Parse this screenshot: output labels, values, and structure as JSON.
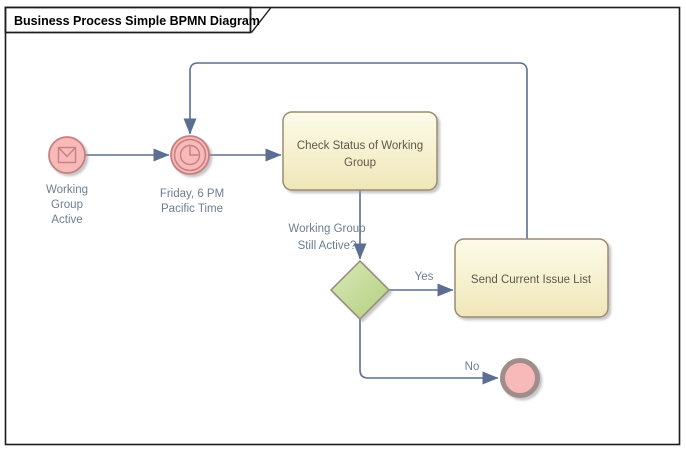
{
  "title": "Business Process Simple BPMN Diagram",
  "colors": {
    "frame_border": "#1c1c1c",
    "connector": "#5c6e92",
    "event_fill": "#f7bab8",
    "event_border": "#c5807f",
    "end_border": "#a18c8c",
    "task_fill_top": "#fdfbe9",
    "task_fill_bottom": "#efe7b8",
    "task_border": "#9c8b72",
    "task_text": "#5f574a",
    "gateway_fill_top": "#d9e8b7",
    "gateway_fill_bottom": "#b2cf80",
    "gateway_border": "#95897a",
    "label_text": "#6e7e8f"
  },
  "nodes": {
    "start_event": {
      "type": "message start event",
      "label_lines": [
        "Working",
        "Group",
        "Active"
      ]
    },
    "timer_event": {
      "type": "timer intermediate event",
      "label_lines": [
        "Friday, 6 PM",
        "Pacific Time"
      ]
    },
    "task_check_status": {
      "type": "task",
      "label_lines": [
        "Check Status of Working",
        "Group"
      ]
    },
    "gateway_still_active": {
      "type": "exclusive gateway",
      "label_lines": [
        "Working Group",
        "Still Active?"
      ]
    },
    "task_send_issue_list": {
      "type": "task",
      "label": "Send Current Issue List"
    },
    "end_event": {
      "type": "end event"
    }
  },
  "edge_labels": {
    "yes": "Yes",
    "no": "No"
  }
}
